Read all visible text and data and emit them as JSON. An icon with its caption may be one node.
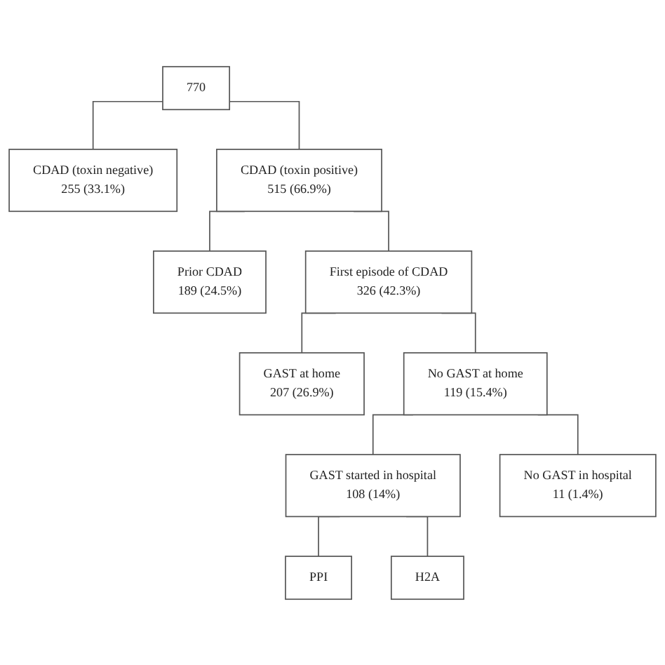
{
  "diagram": {
    "nodes": [
      {
        "text": [
          "770"
        ]
      },
      {
        "text": [
          "CDAD (toxin negative)",
          "255 (33.1%)"
        ]
      },
      {
        "text": [
          "CDAD (toxin positive)",
          "515 (66.9%)"
        ]
      },
      {
        "text": [
          "Prior CDAD",
          "189 (24.5%)"
        ]
      },
      {
        "text": [
          "First episode of CDAD",
          "326 (42.3%)"
        ]
      },
      {
        "text": [
          "GAST at home",
          "207 (26.9%)"
        ]
      },
      {
        "text": [
          "No GAST at home",
          "119 (15.4%)"
        ]
      },
      {
        "text": [
          "GAST started in hospital",
          "108 (14%)"
        ]
      },
      {
        "text": [
          "No GAST in hospital",
          "11 (1.4%)"
        ]
      },
      {
        "text": [
          "PPI"
        ]
      },
      {
        "text": [
          "H2A"
        ]
      }
    ],
    "edges": [
      {
        "from": 0,
        "to": 1,
        "arrow": "none"
      },
      {
        "from": 0,
        "to": 2,
        "arrow": "none"
      },
      {
        "from": 2,
        "to": 3,
        "arrow": "none"
      },
      {
        "from": 2,
        "to": 4,
        "arrow": "none"
      },
      {
        "from": 4,
        "to": 5,
        "arrow": "none"
      },
      {
        "from": 4,
        "to": 6,
        "arrow": "none"
      },
      {
        "from": 6,
        "to": 7,
        "arrow": "none"
      },
      {
        "from": 6,
        "to": 8,
        "arrow": "none"
      },
      {
        "from": 7,
        "to": 9,
        "arrow": "none"
      },
      {
        "from": 7,
        "to": 10,
        "arrow": "none"
      }
    ]
  }
}
